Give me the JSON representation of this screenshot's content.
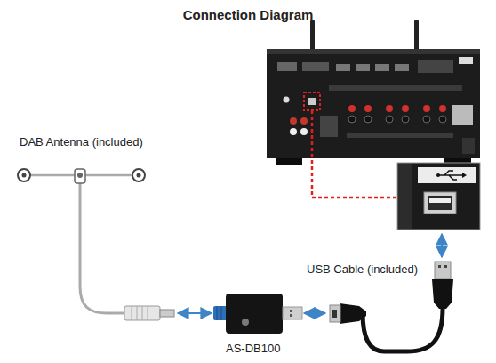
{
  "diagram": {
    "title": "Connection Diagram",
    "nodes": [
      {
        "text": [
          "DAB Antenna (included)"
        ]
      },
      {
        "text": [
          "AS-DB100"
        ]
      },
      {
        "text": [
          "USB Cable (included)"
        ]
      }
    ],
    "edges": [
      {
        "from": 0,
        "to": 1,
        "arrow": "both"
      },
      {
        "from": 1,
        "to": 2,
        "arrow": "both"
      }
    ]
  }
}
